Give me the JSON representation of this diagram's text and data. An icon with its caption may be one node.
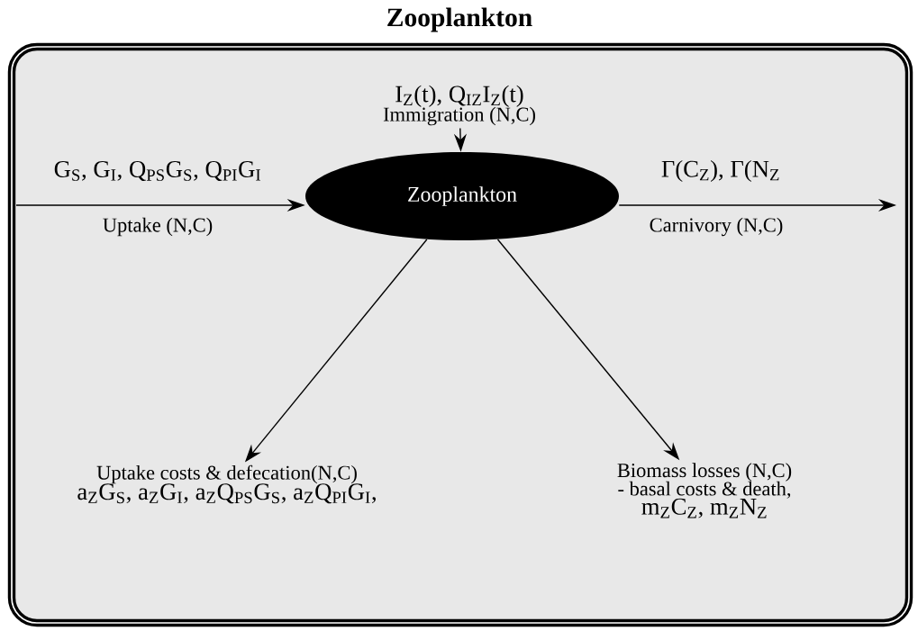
{
  "diagram": {
    "nodes": [
      {
        "text": [
          "Zooplankton"
        ]
      },
      {
        "text": [
          "Zooplankton"
        ],
        "in": 0
      },
      {
        "text": [
          "I$_{Z}$(t), Q$_{IZ}$I$_{Z}$(t)",
          "Immigration (N,C)"
        ],
        "in": 0
      },
      {
        "text": [
          "Uptake costs & defecation(N,C)",
          "a$_{Z}$G$_{S}$, a$_{Z}$G$_{I}$, a$_{Z}$Q$_{PS}$G$_{S}$, a$_{Z}$Q$_{PI}$G$_{I}$,"
        ],
        "in": 0
      },
      {
        "text": [
          "Biomass losses (N,C)",
          "- basal costs & death,",
          "m$_{Z}$C$_{Z}$, m$_{Z}$N$_{Z}$"
        ],
        "in": 0
      }
    ],
    "edges": [
      {
        "from": 2,
        "to": 1,
        "arrow": "to"
      },
      {
        "from": null,
        "to": 1,
        "arrow": "to",
        "label": "Uptake (N,C)"
      },
      {
        "from": 1,
        "to": null,
        "arrow": "to",
        "label": "Carnivory (N,C)"
      },
      {
        "from": 1,
        "to": 3,
        "arrow": "to"
      },
      {
        "from": 1,
        "to": 4,
        "arrow": "to"
      }
    ],
    "labels": [
      "G$_{S}$, G$_{I}$, Q$_{PS}$G$_{S}$, Q$_{PI}$G$_{I}$",
      "Γ(C$_{Z}$), Γ(N$_{Z}$"
    ]
  }
}
